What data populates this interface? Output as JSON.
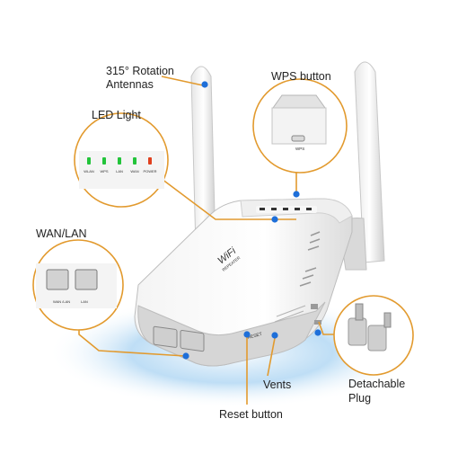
{
  "labels": {
    "antennas_line1": "315° Rotation",
    "antennas_line2": "Antennas",
    "led_light": "LED Light",
    "wps_button": "WPS button",
    "wan_lan": "WAN/LAN",
    "vents": "Vents",
    "plug_line1": "Detachable",
    "plug_line2": "Plug",
    "reset_button": "Reset button"
  },
  "led_panel": {
    "indicators": [
      {
        "label": "WLAN",
        "color": "#22c43a"
      },
      {
        "label": "WPS",
        "color": "#22c43a"
      },
      {
        "label": "LAN",
        "color": "#22c43a"
      },
      {
        "label": "WAN",
        "color": "#22c43a"
      },
      {
        "label": "POWER",
        "color": "#e0401e"
      }
    ]
  },
  "wps_panel": {
    "label": "WPS"
  },
  "port_panel": {
    "wan_label": "WAN /LAN",
    "lan_label": "LAN"
  },
  "device": {
    "logo_line1": "WiFi",
    "logo_line2": "REPEATER",
    "reset_label": "RESET"
  },
  "colors": {
    "accent": "#1e6fd9",
    "callout_line": "#e29a2e",
    "glow": "#8fc3ea"
  }
}
